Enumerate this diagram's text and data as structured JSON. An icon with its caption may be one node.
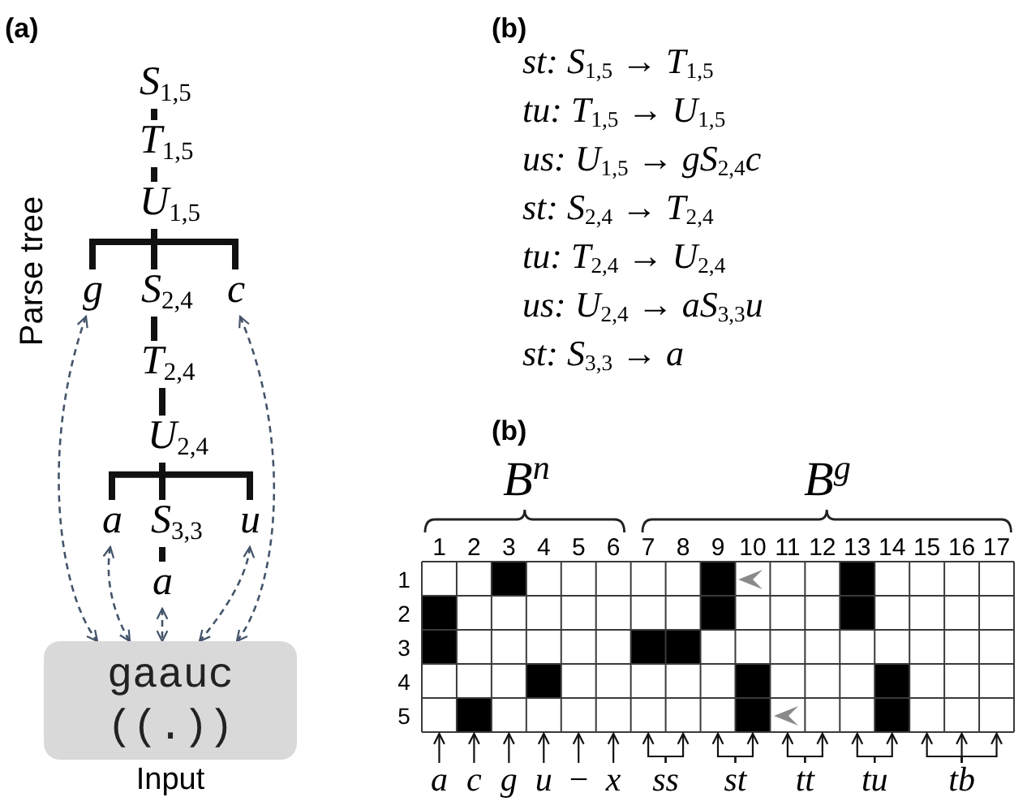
{
  "diagram": {
    "nodes": [
      {
        "text": [
          "S$_{1,5}$"
        ]
      },
      {
        "text": [
          "T$_{1,5}$"
        ]
      },
      {
        "text": [
          "U$_{1,5}$"
        ]
      },
      {
        "text": [
          "g"
        ]
      },
      {
        "text": [
          "S$_{2,4}$"
        ]
      },
      {
        "text": [
          "c"
        ]
      },
      {
        "text": [
          "T$_{2,4}$"
        ]
      },
      {
        "text": [
          "U$_{2,4}$"
        ]
      },
      {
        "text": [
          "a"
        ]
      },
      {
        "text": [
          "S$_{3,3}$"
        ]
      },
      {
        "text": [
          "u"
        ]
      },
      {
        "text": [
          "a"
        ]
      },
      {
        "text": [
          "gaauc",
          "((.))"
        ],
        "beside": [
          "Input"
        ]
      },
      {
        "text": [
          "a"
        ]
      },
      {
        "text": [
          "c"
        ]
      },
      {
        "text": [
          "g"
        ]
      },
      {
        "text": [
          "u"
        ]
      },
      {
        "text": [
          "−"
        ]
      },
      {
        "text": [
          "x"
        ]
      },
      {
        "text": [
          "ss"
        ]
      },
      {
        "text": [
          "st"
        ]
      },
      {
        "text": [
          "tt"
        ]
      },
      {
        "text": [
          "tu"
        ]
      },
      {
        "text": [
          "tb"
        ]
      }
    ],
    "edges": [
      {
        "from": 0,
        "to": 1,
        "arrow": "none",
        "style": "thick"
      },
      {
        "from": 1,
        "to": 2,
        "arrow": "none",
        "style": "thick"
      },
      {
        "from": 2,
        "to": 3,
        "arrow": "none",
        "style": "thick"
      },
      {
        "from": 2,
        "to": 4,
        "arrow": "none",
        "style": "thick"
      },
      {
        "from": 2,
        "to": 5,
        "arrow": "none",
        "style": "thick"
      },
      {
        "from": 4,
        "to": 6,
        "arrow": "none",
        "style": "thick"
      },
      {
        "from": 6,
        "to": 7,
        "arrow": "none",
        "style": "thick"
      },
      {
        "from": 7,
        "to": 8,
        "arrow": "none",
        "style": "thick"
      },
      {
        "from": 7,
        "to": 9,
        "arrow": "none",
        "style": "thick"
      },
      {
        "from": 7,
        "to": 10,
        "arrow": "none",
        "style": "thick"
      },
      {
        "from": 9,
        "to": 11,
        "arrow": "none",
        "style": "thick"
      },
      {
        "from": 3,
        "to": 12,
        "arrow": "both",
        "style": "dashed",
        "color": "#44546a"
      },
      {
        "from": 5,
        "to": 12,
        "arrow": "both",
        "style": "dashed",
        "color": "#44546a"
      },
      {
        "from": 8,
        "to": 12,
        "arrow": "both",
        "style": "dashed",
        "color": "#44546a"
      },
      {
        "from": 11,
        "to": 12,
        "arrow": "both",
        "style": "dashed",
        "color": "#44546a"
      },
      {
        "from": 10,
        "to": 12,
        "arrow": "both",
        "style": "dashed",
        "color": "#44546a"
      },
      {
        "from": 13,
        "to": null,
        "arrow": "to"
      },
      {
        "from": 14,
        "to": null,
        "arrow": "to"
      },
      {
        "from": 15,
        "to": null,
        "arrow": "to"
      },
      {
        "from": 16,
        "to": null,
        "arrow": "to"
      },
      {
        "from": 17,
        "to": null,
        "arrow": "to"
      },
      {
        "from": 18,
        "to": null,
        "arrow": "to"
      },
      {
        "from": 19,
        "to": null,
        "arrow": "to"
      },
      {
        "from": 19,
        "to": null,
        "arrow": "to"
      },
      {
        "from": 20,
        "to": null,
        "arrow": "to"
      },
      {
        "from": 20,
        "to": null,
        "arrow": "to"
      },
      {
        "from": 21,
        "to": null,
        "arrow": "to"
      },
      {
        "from": 21,
        "to": null,
        "arrow": "to"
      },
      {
        "from": 22,
        "to": null,
        "arrow": "to"
      },
      {
        "from": 22,
        "to": null,
        "arrow": "to"
      },
      {
        "from": 23,
        "to": null,
        "arrow": "to"
      },
      {
        "from": 23,
        "to": null,
        "arrow": "to"
      },
      {
        "from": 23,
        "to": null,
        "arrow": "to"
      }
    ],
    "labels": [
      "(a)",
      "Parse tree",
      "(b)",
      "st: S$_{1,5}$ → T$_{1,5}$",
      "tu: T$_{1,5}$ → U$_{1,5}$",
      "us: U$_{1,5}$ → gS$_{2,4}$c",
      "st: S$_{2,4}$ → T$_{2,4}$",
      "tu: T$_{2,4}$ → U$_{2,4}$",
      "us: U$_{2,4}$ → aS$_{3,3}$u",
      "st: S$_{3,3}$ → a",
      "(b)",
      "B$^{n}$",
      "B$^{g}$",
      "1",
      "2",
      "3",
      "4",
      "5",
      "6",
      "7",
      "8",
      "9",
      "10",
      "11",
      "12",
      "13",
      "14",
      "15",
      "16",
      "17",
      "1",
      "2",
      "3",
      "4",
      "5"
    ]
  }
}
